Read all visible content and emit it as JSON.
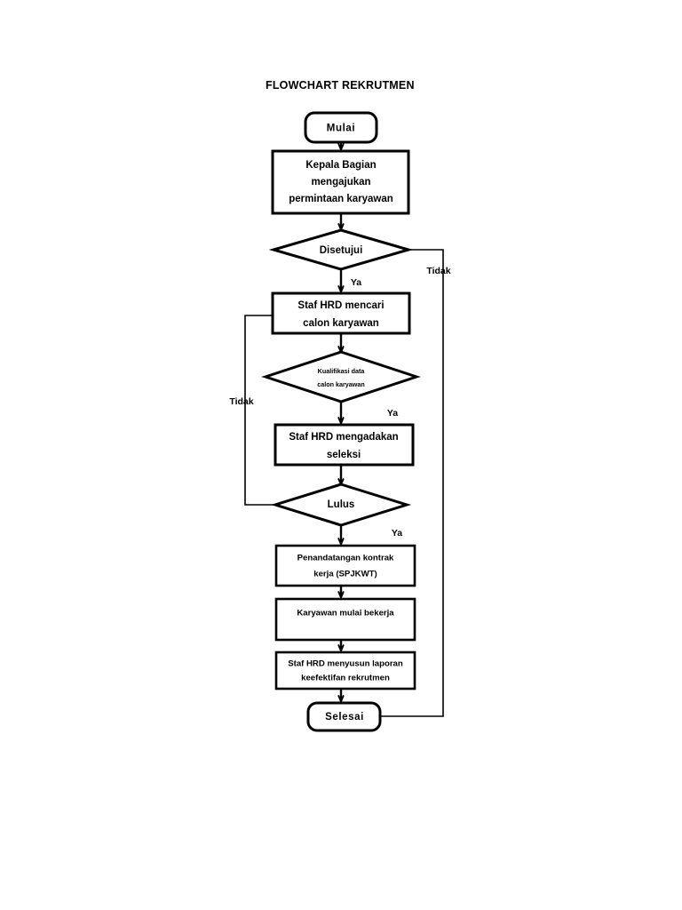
{
  "title": "FLOWCHART REKRUTMEN",
  "chart_data": {
    "type": "diagram",
    "diagram_kind": "flowchart",
    "orientation": "top-to-bottom",
    "nodes": [
      {
        "id": "start",
        "shape": "terminator",
        "lines": [
          "Mulai"
        ]
      },
      {
        "id": "request",
        "shape": "process",
        "lines": [
          "Kepala Bagian",
          "mengajukan",
          "permintaan karyawan"
        ]
      },
      {
        "id": "approved",
        "shape": "decision",
        "lines": [
          "Disetujui"
        ]
      },
      {
        "id": "search",
        "shape": "process",
        "lines": [
          "Staf HRD mencari",
          "calon karyawan"
        ]
      },
      {
        "id": "qualify",
        "shape": "decision",
        "lines": [
          "Kualifikasi data",
          "calon karyawan"
        ]
      },
      {
        "id": "selection",
        "shape": "process",
        "lines": [
          "Staf HRD mengadakan",
          "seleksi"
        ]
      },
      {
        "id": "passed",
        "shape": "decision",
        "lines": [
          "Lulus"
        ]
      },
      {
        "id": "contract",
        "shape": "process",
        "lines": [
          "Penandatangan kontrak",
          "kerja (SPJKWT)"
        ]
      },
      {
        "id": "working",
        "shape": "process",
        "lines": [
          "Karyawan mulai bekerja"
        ]
      },
      {
        "id": "report",
        "shape": "process",
        "lines": [
          "Staf HRD menyusun laporan",
          "keefektifan rekrutmen"
        ]
      },
      {
        "id": "end",
        "shape": "terminator",
        "lines": [
          "Selesai"
        ]
      }
    ],
    "edges": [
      {
        "from": "start",
        "to": "request",
        "label": ""
      },
      {
        "from": "request",
        "to": "approved",
        "label": ""
      },
      {
        "from": "approved",
        "to": "search",
        "label": "Ya"
      },
      {
        "from": "approved",
        "to": "end",
        "label": "Tidak"
      },
      {
        "from": "search",
        "to": "qualify",
        "label": ""
      },
      {
        "from": "qualify",
        "to": "selection",
        "label": "Ya"
      },
      {
        "from": "qualify",
        "to": "search",
        "label": "Tidak"
      },
      {
        "from": "selection",
        "to": "passed",
        "label": ""
      },
      {
        "from": "passed",
        "to": "contract",
        "label": "Ya"
      },
      {
        "from": "passed",
        "to": "search",
        "label": "Tidak"
      },
      {
        "from": "contract",
        "to": "working",
        "label": ""
      },
      {
        "from": "working",
        "to": "report",
        "label": ""
      },
      {
        "from": "report",
        "to": "end",
        "label": ""
      }
    ]
  },
  "nodes": {
    "start": {
      "line1": "Mulai"
    },
    "request": {
      "line1": "Kepala Bagian",
      "line2": "mengajukan",
      "line3": "permintaan karyawan"
    },
    "approved": {
      "line1": "Disetujui"
    },
    "search": {
      "line1": "Staf HRD mencari",
      "line2": "calon karyawan"
    },
    "qualify": {
      "line1": "Kualifikasi data",
      "line2": "calon karyawan"
    },
    "selection": {
      "line1": "Staf HRD mengadakan",
      "line2": "seleksi"
    },
    "passed": {
      "line1": "Lulus"
    },
    "contract": {
      "line1": "Penandatangan kontrak",
      "line2": "kerja (SPJKWT)"
    },
    "working": {
      "line1": "Karyawan mulai bekerja"
    },
    "report": {
      "line1": "Staf HRD menyusun laporan",
      "line2": "keefektifan rekrutmen"
    },
    "end": {
      "line1": "Selesai"
    }
  },
  "labels": {
    "approved_yes": "Ya",
    "approved_no": "Tidak",
    "qualify_yes": "Ya",
    "qualify_no": "Tidak",
    "passed_yes": "Ya"
  },
  "colors": {
    "stroke": "#000000",
    "fill": "#ffffff",
    "text": "#000000"
  }
}
